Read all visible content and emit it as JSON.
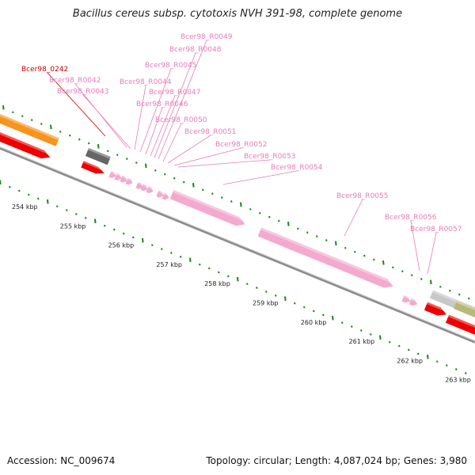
{
  "title": "Bacillus cereus subsp. cytotoxis NVH 391-98, complete genome",
  "footer": {
    "accession": "Accession: NC_009674",
    "summary": "Topology: circular; Length: 4,087,024 bp; Genes: 3,980"
  },
  "colors": {
    "rna_gene": "#f4a9cf",
    "rna_label": "#e87bb7",
    "highlight_label": "#cc0000",
    "cds_red": "#ee0000",
    "cds_orange": "#f7941d",
    "cds_gray": "#666666",
    "cds_light_gray": "#c8c8c8",
    "cds_olive": "#b8b878",
    "backbone": "#8c8c8c",
    "tick_green": "#138a13"
  },
  "scale_labels": [
    "254 kbp",
    "255 kbp",
    "256 kbp",
    "257 kbp",
    "258 kbp",
    "259 kbp",
    "260 kbp",
    "261 kbp",
    "262 kbp",
    "263 kbp"
  ],
  "gene_labels": [
    {
      "name": "Bcer98_0242",
      "highlight": true
    },
    {
      "name": "Bcer98_R0042",
      "highlight": false
    },
    {
      "name": "Bcer98_R0043",
      "highlight": false
    },
    {
      "name": "Bcer98_R0044",
      "highlight": false
    },
    {
      "name": "Bcer98_R0045",
      "highlight": false
    },
    {
      "name": "Bcer98_R0046",
      "highlight": false
    },
    {
      "name": "Bcer98_R0047",
      "highlight": false
    },
    {
      "name": "Bcer98_R0048",
      "highlight": false
    },
    {
      "name": "Bcer98_R0049",
      "highlight": false
    },
    {
      "name": "Bcer98_R0050",
      "highlight": false
    },
    {
      "name": "Bcer98_R0051",
      "highlight": false
    },
    {
      "name": "Bcer98_R0052",
      "highlight": false
    },
    {
      "name": "Bcer98_R0053",
      "highlight": false
    },
    {
      "name": "Bcer98_R0054",
      "highlight": false
    },
    {
      "name": "Bcer98_R0055",
      "highlight": false
    },
    {
      "name": "Bcer98_R0056",
      "highlight": false
    },
    {
      "name": "Bcer98_R0057",
      "highlight": false
    }
  ]
}
